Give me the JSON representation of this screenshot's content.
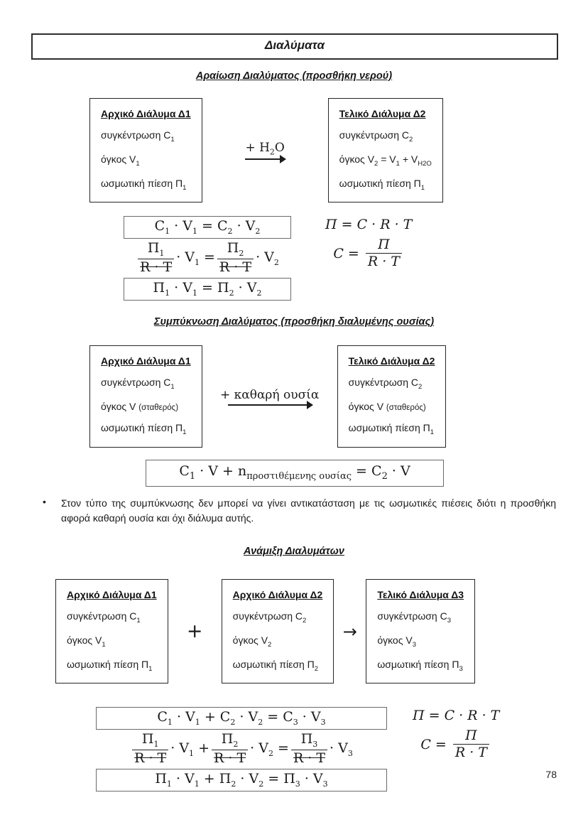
{
  "page": {
    "title": "Διαλύματα",
    "page_number": "78",
    "bullet": "•"
  },
  "side_formulas": {
    "gas_law": [
      {
        "t": "Π = C · R · T"
      }
    ],
    "conc_lhs": [
      {
        "t": "C ="
      }
    ],
    "conc_num": [
      {
        "t": "Π"
      }
    ],
    "conc_den": [
      {
        "t": "R · T"
      }
    ]
  },
  "dilution": {
    "heading": "Αραίωση Διαλύματος (προσθήκη νερού)",
    "initial_box": {
      "title": "Αρχικό Διάλυμα Δ1",
      "lines": [
        [
          {
            "t": "συγκέντρωση C"
          },
          {
            "sub": "1"
          }
        ],
        [
          {
            "t": "όγκος V"
          },
          {
            "sub": "1"
          }
        ],
        [
          {
            "t": "ωσμωτική πίεση Π"
          },
          {
            "sub": "1"
          }
        ]
      ]
    },
    "arrow_label": [
      {
        "t": "+ H"
      },
      {
        "sub": "2"
      },
      {
        "t": "O"
      }
    ],
    "final_box": {
      "title": "Τελικό Διάλυμα Δ2",
      "lines": [
        [
          {
            "t": "συγκέντρωση C"
          },
          {
            "sub": "2"
          }
        ],
        [
          {
            "t": "όγκος V"
          },
          {
            "sub": "2"
          },
          {
            "t": " = V"
          },
          {
            "sub": "1"
          },
          {
            "t": " + V"
          },
          {
            "sub": "H2O"
          }
        ],
        [
          {
            "t": "ωσμωτική πίεση Π"
          },
          {
            "sub": "1"
          }
        ]
      ]
    },
    "formulas": {
      "row1": [
        {
          "t": "C"
        },
        {
          "sub": "1"
        },
        {
          "t": " · V"
        },
        {
          "sub": "1"
        },
        {
          "t": " = C"
        },
        {
          "sub": "2"
        },
        {
          "t": " · V"
        },
        {
          "sub": "2"
        }
      ],
      "row2": {
        "num1": [
          {
            "t": "Π"
          },
          {
            "sub": "1"
          }
        ],
        "den1": [
          {
            "t": "R · T"
          }
        ],
        "mid1": [
          {
            "t": "· V"
          },
          {
            "sub": "1"
          },
          {
            "t": " = "
          }
        ],
        "num2": [
          {
            "t": "Π"
          },
          {
            "sub": "2"
          }
        ],
        "den2": [
          {
            "t": "R · T"
          }
        ],
        "tail": [
          {
            "t": "· V"
          },
          {
            "sub": "2"
          }
        ]
      },
      "row3": [
        {
          "t": "Π"
        },
        {
          "sub": "1"
        },
        {
          "t": " · V"
        },
        {
          "sub": "1"
        },
        {
          "t": " = Π"
        },
        {
          "sub": "2"
        },
        {
          "t": " · V"
        },
        {
          "sub": "2"
        }
      ]
    }
  },
  "concentration": {
    "heading": "Συμπύκνωση Διαλύματος (προσθήκη διαλυμένης ουσίας)",
    "initial_box": {
      "title": "Αρχικό Διάλυμα Δ1",
      "lines": [
        [
          {
            "t": "συγκέντρωση C"
          },
          {
            "sub": "1"
          }
        ],
        [
          {
            "t": "όγκος V "
          },
          {
            "small": "(σταθερός)"
          }
        ],
        [
          {
            "t": "ωσμωτική πίεση Π"
          },
          {
            "sub": "1"
          }
        ]
      ]
    },
    "arrow_label": [
      {
        "t": "+ καθαρή ουσία"
      }
    ],
    "final_box": {
      "title": "Τελικό Διάλυμα Δ2",
      "lines": [
        [
          {
            "t": "συγκέντρωση C"
          },
          {
            "sub": "2"
          }
        ],
        [
          {
            "t": "όγκος V "
          },
          {
            "small": "(σταθερός)"
          }
        ],
        [
          {
            "t": "ωσμωτική πίεση Π"
          },
          {
            "sub": "1"
          }
        ]
      ]
    },
    "formula": [
      {
        "t": "C"
      },
      {
        "sub": "1"
      },
      {
        "t": " · V + n"
      },
      {
        "sub": "προστιθέμενης ουσίας"
      },
      {
        "t": " = C"
      },
      {
        "sub": "2"
      },
      {
        "t": " · V"
      }
    ],
    "note": "Στον τύπο της συμπύκνωσης δεν μπορεί να γίνει αντικατάσταση με τις ωσμωτικές πιέσεις διότι η προσθήκη αφορά καθαρή ουσία και όχι διάλυμα αυτής."
  },
  "mixing": {
    "heading": "Ανάμιξη Διαλυμάτων",
    "plus_symbol": "+",
    "arrow_symbol": "→",
    "box1": {
      "title": "Αρχικό Διάλυμα Δ1",
      "lines": [
        [
          {
            "t": "συγκέντρωση C"
          },
          {
            "sub": "1"
          }
        ],
        [
          {
            "t": "όγκος V"
          },
          {
            "sub": "1"
          }
        ],
        [
          {
            "t": "ωσμωτική πίεση Π"
          },
          {
            "sub": "1"
          }
        ]
      ]
    },
    "box2": {
      "title": "Αρχικό Διάλυμα Δ2",
      "lines": [
        [
          {
            "t": "συγκέντρωση C"
          },
          {
            "sub": "2"
          }
        ],
        [
          {
            "t": "όγκος V"
          },
          {
            "sub": "2"
          }
        ],
        [
          {
            "t": "ωσμωτική πίεση Π"
          },
          {
            "sub": "2"
          }
        ]
      ]
    },
    "box3": {
      "title": "Τελικό Διάλυμα Δ3",
      "lines": [
        [
          {
            "t": "συγκέντρωση C"
          },
          {
            "sub": "3"
          }
        ],
        [
          {
            "t": "όγκος V"
          },
          {
            "sub": "3"
          }
        ],
        [
          {
            "t": "ωσμωτική πίεση Π"
          },
          {
            "sub": "3"
          }
        ]
      ]
    },
    "formulas": {
      "row1": [
        {
          "t": "C"
        },
        {
          "sub": "1"
        },
        {
          "t": " · V"
        },
        {
          "sub": "1"
        },
        {
          "t": " + C"
        },
        {
          "sub": "2"
        },
        {
          "t": " · V"
        },
        {
          "sub": "2"
        },
        {
          "t": " = C"
        },
        {
          "sub": "3"
        },
        {
          "t": " · V"
        },
        {
          "sub": "3"
        }
      ],
      "row2": {
        "num1": [
          {
            "t": "Π"
          },
          {
            "sub": "1"
          }
        ],
        "den1": [
          {
            "t": "R · T"
          }
        ],
        "mid1": [
          {
            "t": "· V"
          },
          {
            "sub": "1"
          },
          {
            "t": " + "
          }
        ],
        "num2": [
          {
            "t": "Π"
          },
          {
            "sub": "2"
          }
        ],
        "den2": [
          {
            "t": "R · T"
          }
        ],
        "mid2": [
          {
            "t": "· V"
          },
          {
            "sub": "2"
          },
          {
            "t": " = "
          }
        ],
        "num3": [
          {
            "t": "Π"
          },
          {
            "sub": "3"
          }
        ],
        "den3": [
          {
            "t": "R · T"
          }
        ],
        "tail": [
          {
            "t": "· V"
          },
          {
            "sub": "3"
          }
        ]
      },
      "row3": [
        {
          "t": "Π"
        },
        {
          "sub": "1"
        },
        {
          "t": " · V"
        },
        {
          "sub": "1"
        },
        {
          "t": " + Π"
        },
        {
          "sub": "2"
        },
        {
          "t": " · V"
        },
        {
          "sub": "2"
        },
        {
          "t": " = Π"
        },
        {
          "sub": "3"
        },
        {
          "t": " · V"
        },
        {
          "sub": "3"
        }
      ]
    }
  }
}
